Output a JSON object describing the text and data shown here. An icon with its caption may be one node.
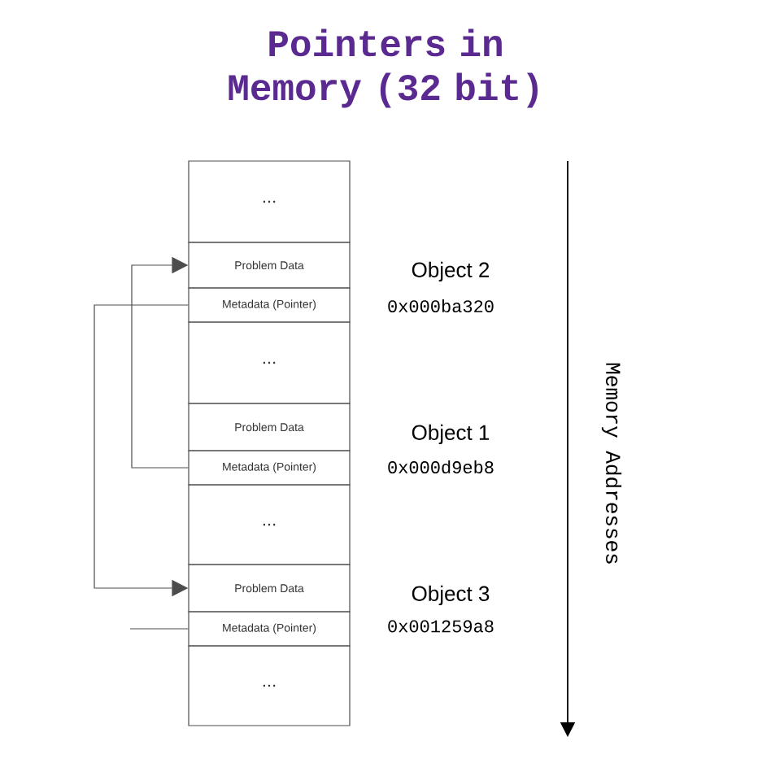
{
  "diagram": {
    "title": "Pointers in Memory (32 bit)",
    "nodes": [
      {
        "text": [
          "..."
        ]
      },
      {
        "text": [
          "Problem Data"
        ]
      },
      {
        "text": [
          "Metadata (Pointer)"
        ]
      },
      {
        "text": [
          "..."
        ]
      },
      {
        "text": [
          "Problem Data"
        ]
      },
      {
        "text": [
          "Metadata (Pointer)"
        ]
      },
      {
        "text": [
          "..."
        ]
      },
      {
        "text": [
          "Problem Data"
        ]
      },
      {
        "text": [
          "Metadata (Pointer)"
        ]
      },
      {
        "text": [
          "..."
        ]
      }
    ],
    "edges": [
      {
        "from": 5,
        "to": 1,
        "arrow": "to"
      },
      {
        "from": 2,
        "to": 7,
        "arrow": "to"
      },
      {
        "from": 8,
        "to": null,
        "arrow": "none"
      }
    ],
    "labels": [
      "Object 2",
      "0x000ba320",
      "Object 1",
      "0x000d9eb8",
      "Object 3",
      "0x001259a8",
      "Memory Addresses"
    ]
  }
}
